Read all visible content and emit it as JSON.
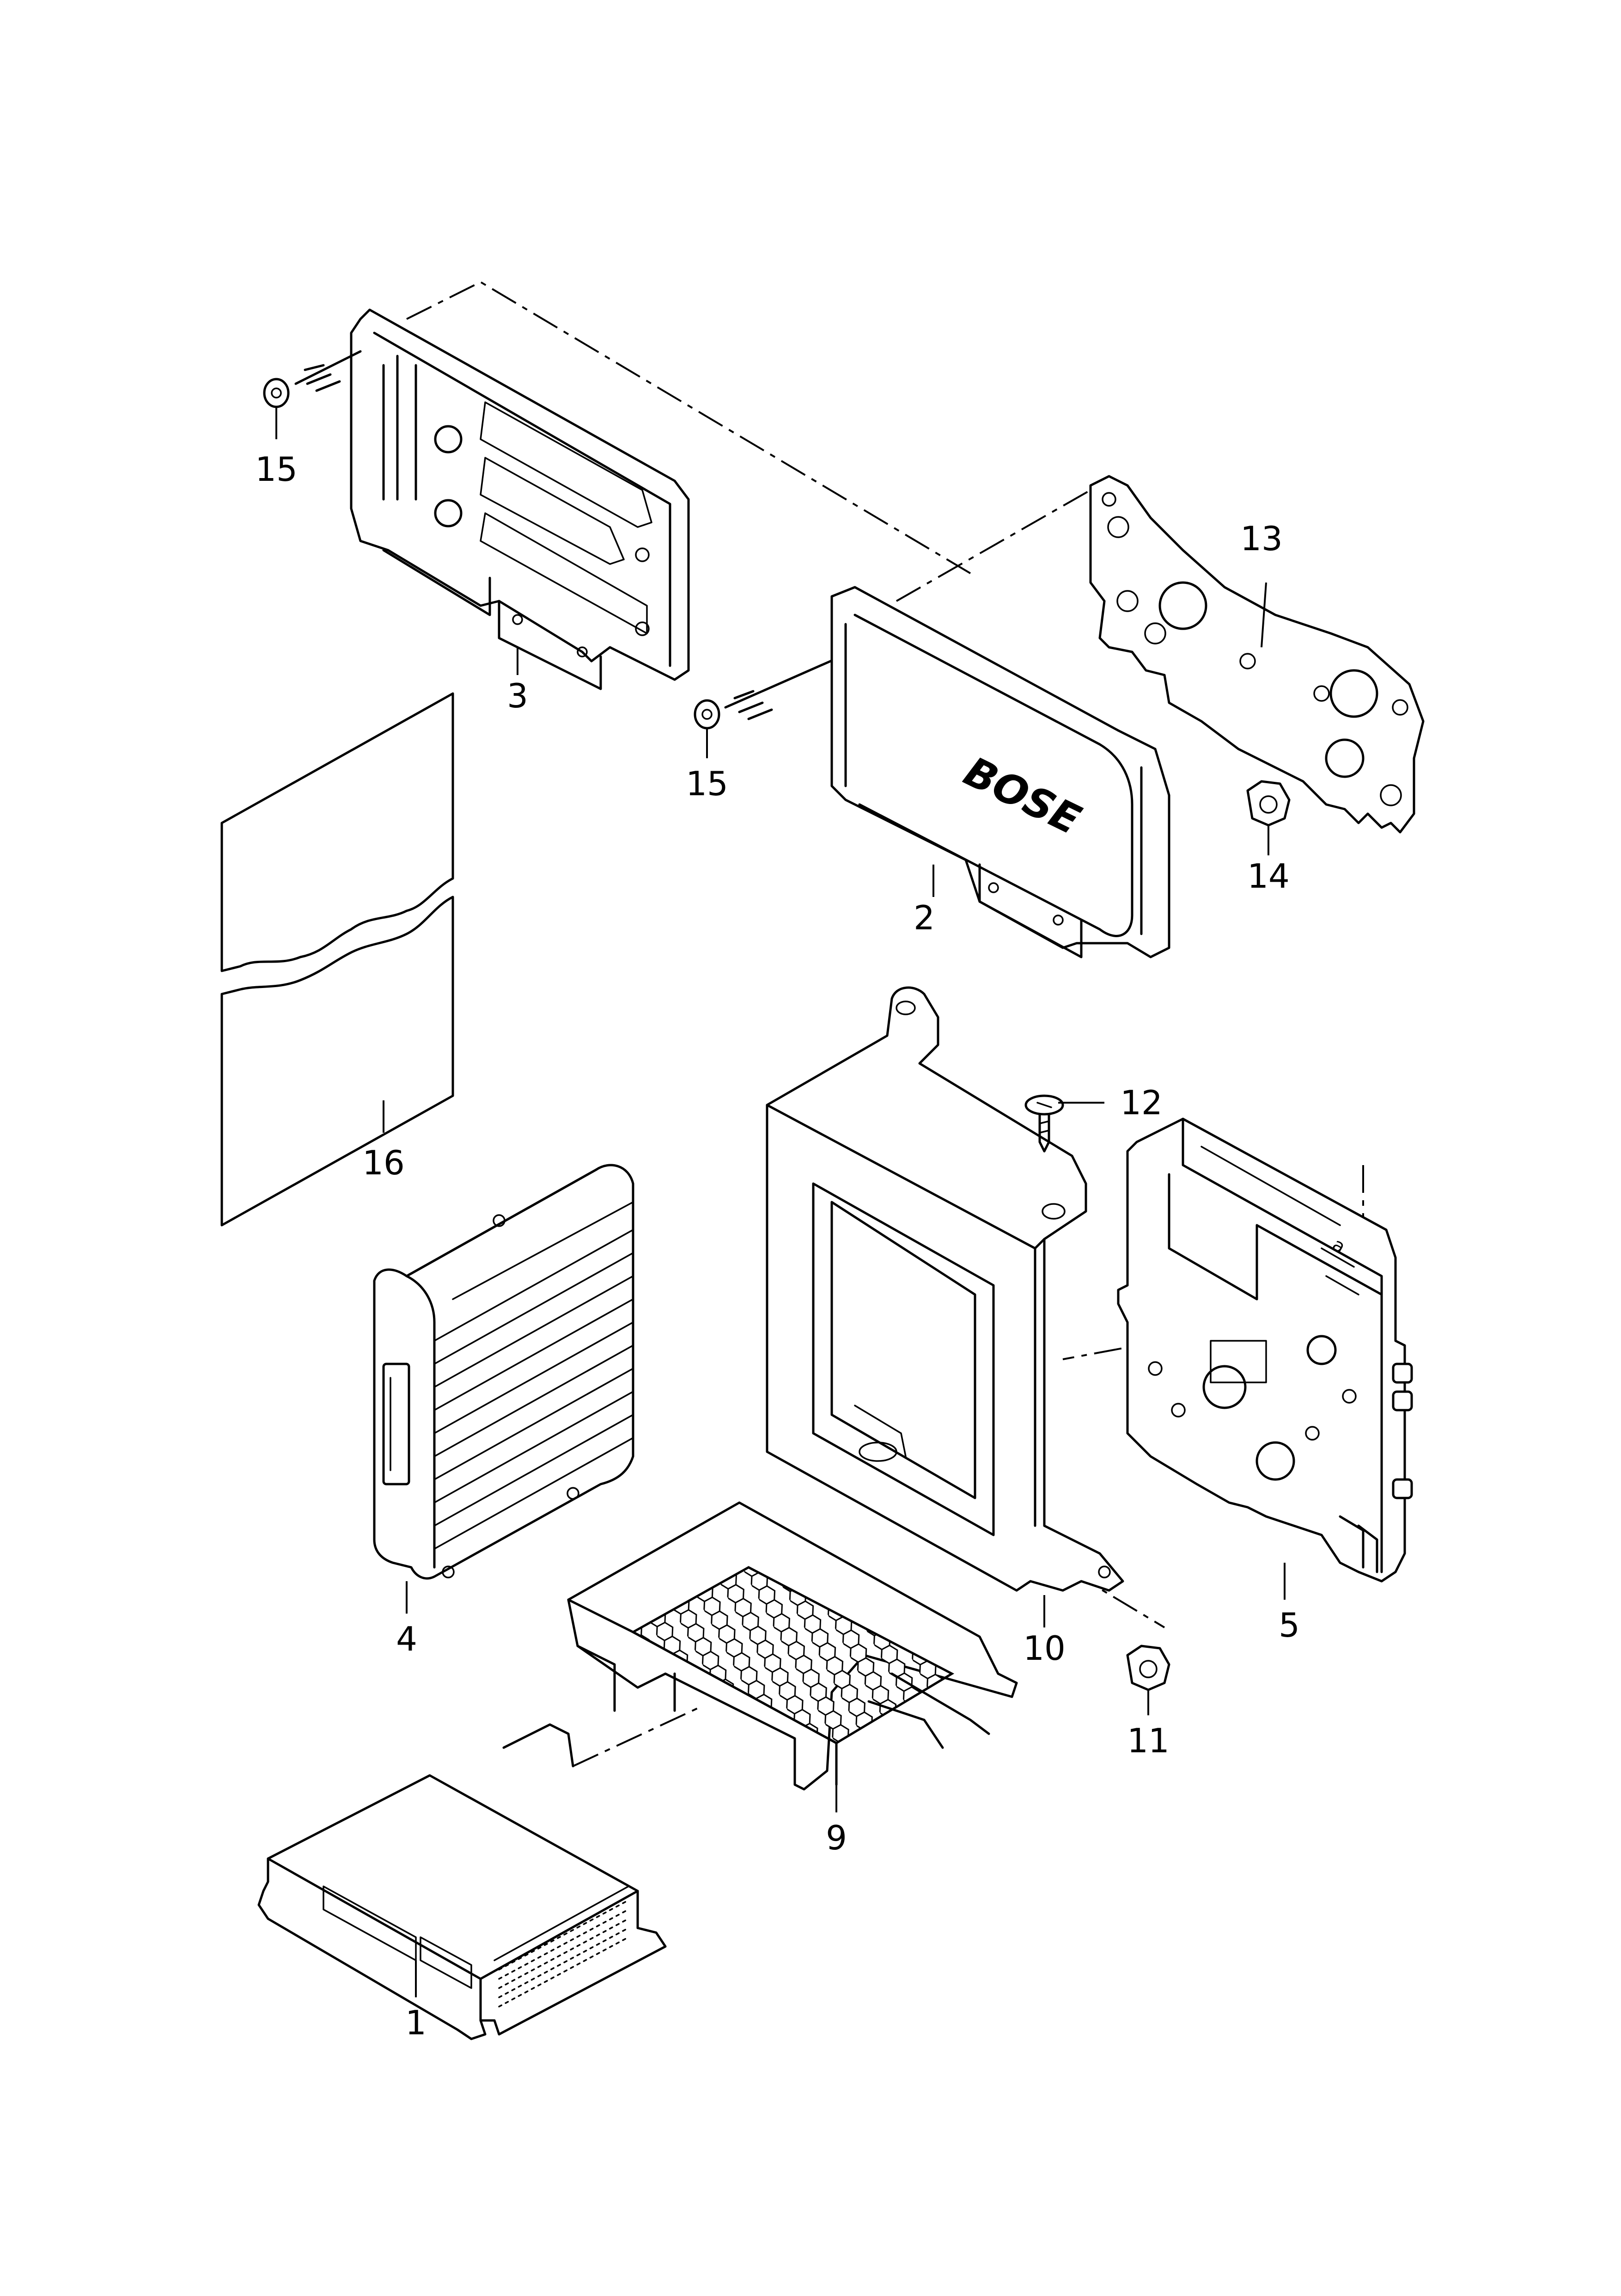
{
  "diagram": {
    "logo_text": "BOSE",
    "callouts": [
      {
        "id": "c1",
        "text": "1"
      },
      {
        "id": "c2",
        "text": "2"
      },
      {
        "id": "c3",
        "text": "3"
      },
      {
        "id": "c4",
        "text": "4"
      },
      {
        "id": "c5",
        "text": "5"
      },
      {
        "id": "c9",
        "text": "9"
      },
      {
        "id": "c10",
        "text": "10"
      },
      {
        "id": "c11",
        "text": "11"
      },
      {
        "id": "c12",
        "text": "12"
      },
      {
        "id": "c13",
        "text": "13"
      },
      {
        "id": "c14",
        "text": "14"
      },
      {
        "id": "c15a",
        "text": "15"
      },
      {
        "id": "c15b",
        "text": "15"
      },
      {
        "id": "c16",
        "text": "16"
      }
    ]
  }
}
